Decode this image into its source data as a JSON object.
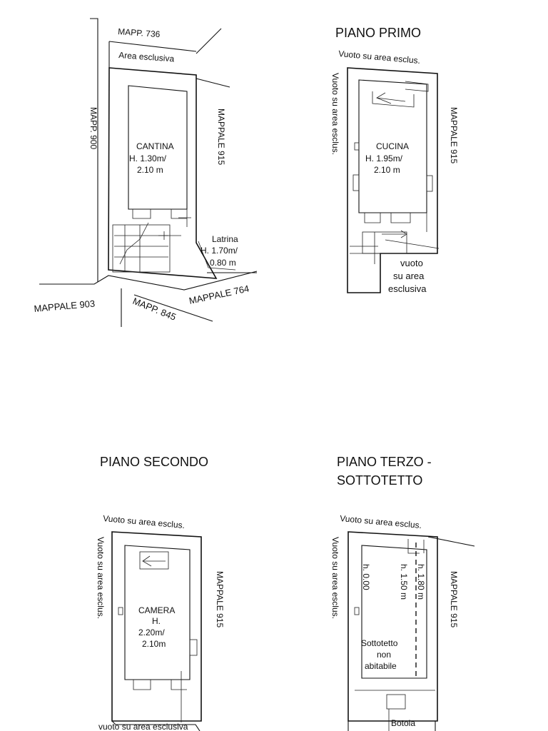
{
  "plans": {
    "ground": {
      "mapp_736": "MAPP. 736",
      "area_esclusiva": "Area esclusiva",
      "mapp_900": "MAPP. 900",
      "mappale_915": "MAPPALE 915",
      "cantina": "CANTINA",
      "cantina_h1": "H. 1.30m/",
      "cantina_h2": "2.10 m",
      "latrina": "Latrina",
      "latrina_h1": "H. 1.70m/",
      "latrina_h2": "0.80 m",
      "mappale_903": "MAPPALE 903",
      "mapp_845": "MAPP. 845",
      "mappale_764": "MAPPALE 764"
    },
    "first": {
      "title": "PIANO PRIMO",
      "vuoto_top": "Vuoto su area esclus.",
      "vuoto_left": "Vuoto su area esclus.",
      "mappale_915": "MAPPALE 915",
      "cucina": "CUCINA",
      "cucina_h1": "H. 1.95m/",
      "cucina_h2": "2.10 m",
      "vuoto_1": "vuoto",
      "vuoto_2": "su area",
      "vuoto_3": "esclusiva"
    },
    "second": {
      "title": "PIANO SECONDO",
      "vuoto_top": "Vuoto su area esclus.",
      "vuoto_left": "Vuoto su area esclus.",
      "mappale_915": "MAPPALE 915",
      "camera": "CAMERA",
      "camera_h": "H.",
      "camera_h1": "2.20m/",
      "camera_h2": "2.10m",
      "vuoto_bottom": "vuoto su area esclusiva"
    },
    "third": {
      "title_1": "PIANO TERZO -",
      "title_2": "SOTTOTETTO",
      "vuoto_top": "Vuoto su area esclus.",
      "vuoto_left": "Vuoto su area esclus.",
      "mappale_915": "MAPPALE 915",
      "h_000": "h. 0.00",
      "h_180": "h. 1.80 m",
      "h_150": "h. 1.50 m",
      "sott_1": "Sottotetto",
      "sott_2": "non",
      "sott_3": "abitabile",
      "botola": "Botola"
    }
  }
}
